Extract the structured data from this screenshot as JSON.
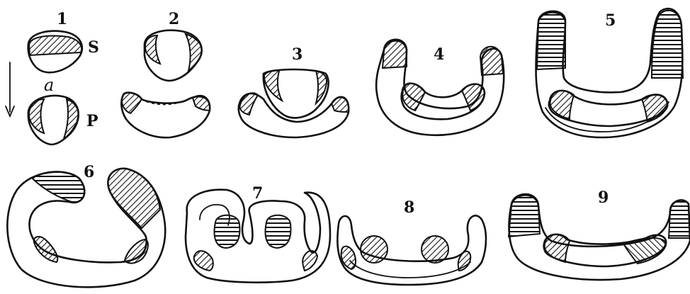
{
  "stage_numbers": [
    "1",
    "2",
    "3",
    "4",
    "5",
    "6",
    "7",
    "8",
    "9"
  ],
  "stage1_markers": {
    "top": "S",
    "middle": "a",
    "bottom": "P"
  }
}
